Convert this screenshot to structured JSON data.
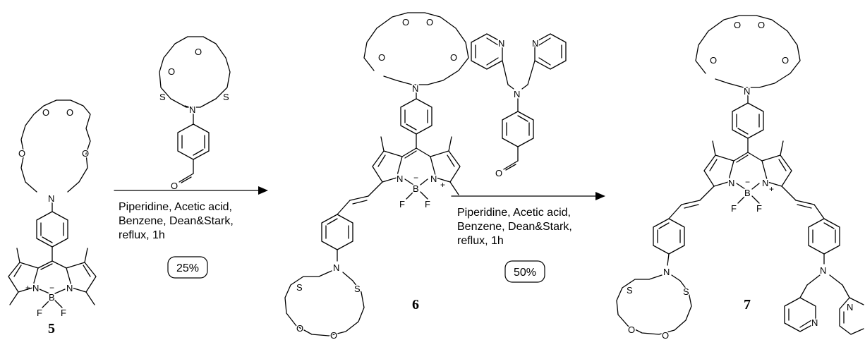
{
  "compounds": [
    {
      "label": "5"
    },
    {
      "label": "6"
    },
    {
      "label": "7"
    }
  ],
  "steps": [
    {
      "conditions": [
        "Piperidine, Acetic acid,",
        "Benzene, Dean&Stark,",
        "reflux, 1h"
      ],
      "yield": "25%"
    },
    {
      "conditions": [
        "Piperidine, Acetic acid,",
        "Benzene, Dean&Stark,",
        "reflux, 1h"
      ],
      "yield": "50%"
    }
  ],
  "atoms": {
    "O": "O",
    "N": "N",
    "S": "S",
    "B": "B",
    "F": "F",
    "plus": "+",
    "minus": "−"
  }
}
